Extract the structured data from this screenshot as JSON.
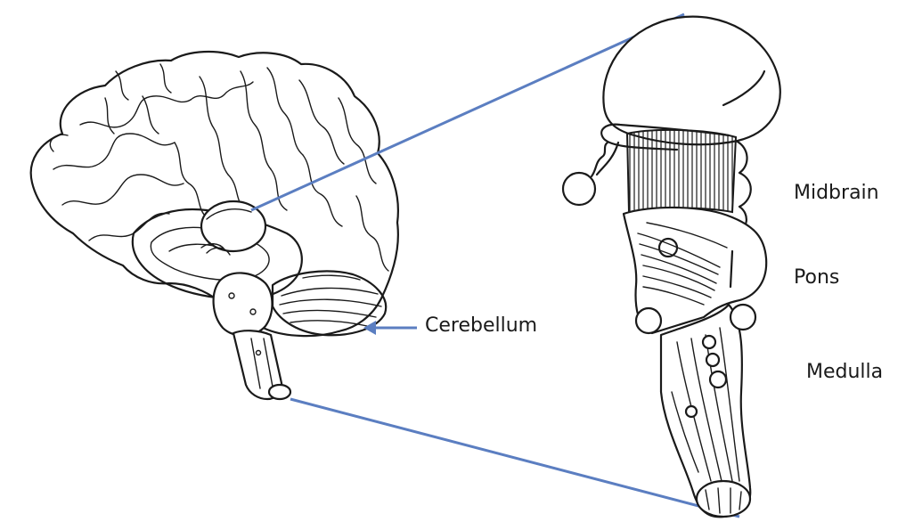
{
  "labels": {
    "cerebellum": "Cerebellum",
    "midbrain": "Midbrain",
    "pons": "Pons",
    "medulla": "Medulla"
  },
  "colors": {
    "line": "#1a1a1a",
    "zoom_lines": "#5b7ec1",
    "pointer_arrow": "#5b7ec1",
    "background": "#ffffff"
  }
}
